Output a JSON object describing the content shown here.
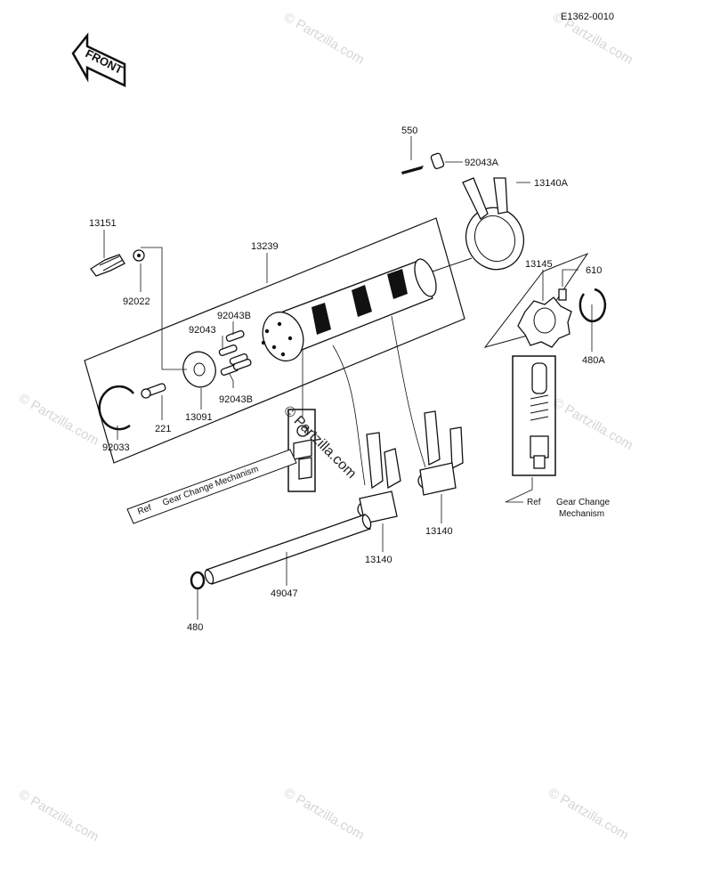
{
  "diagram_code": "E1362-0010",
  "front_label": "FRONT",
  "watermark": "© Partzilla.com",
  "center_watermark": "© Partzilla.com",
  "parts": {
    "p550": "550",
    "p92043A": "92043A",
    "p13140A": "13140A",
    "p13151": "13151",
    "p13239": "13239",
    "p13145": "13145",
    "p610": "610",
    "p92022": "92022",
    "p92043B_top": "92043B",
    "p92043": "92043",
    "p480A": "480A",
    "p92043B_bottom": "92043B",
    "p221": "221",
    "p13091": "13091",
    "p92033": "92033",
    "p13140_right": "13140",
    "p13140_center": "13140",
    "p49047": "49047",
    "p480": "480"
  },
  "ref_left": {
    "ref": "Ref",
    "text": "Gear Change  Mechanism"
  },
  "ref_right": {
    "ref": "Ref",
    "line1": "Gear Change",
    "line2": "Mechanism"
  }
}
